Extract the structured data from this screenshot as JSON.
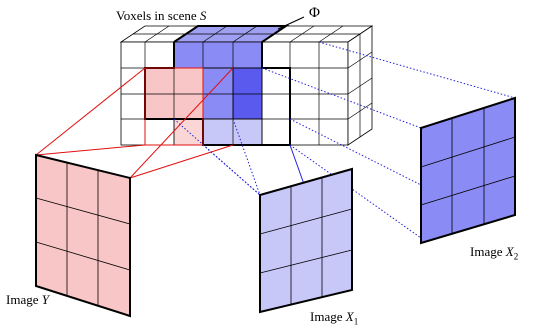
{
  "labels": {
    "voxels_title": "Voxels in scene",
    "voxels_symbol": "S",
    "phi": "Φ",
    "image_prefix": "Image",
    "image_y_symbol": "Y",
    "image_x_symbol": "X",
    "image_x1_sub": "1",
    "image_x2_sub": "2"
  },
  "colors": {
    "red_fill": "#f8c6c6",
    "red_line": "#e01010",
    "light_blue": "#c8c8f8",
    "mid_blue": "#8b8bf5",
    "dark_blue": "#5a5aee",
    "top_blue": "#a0a0f2",
    "blue_line": "#2222d8"
  }
}
